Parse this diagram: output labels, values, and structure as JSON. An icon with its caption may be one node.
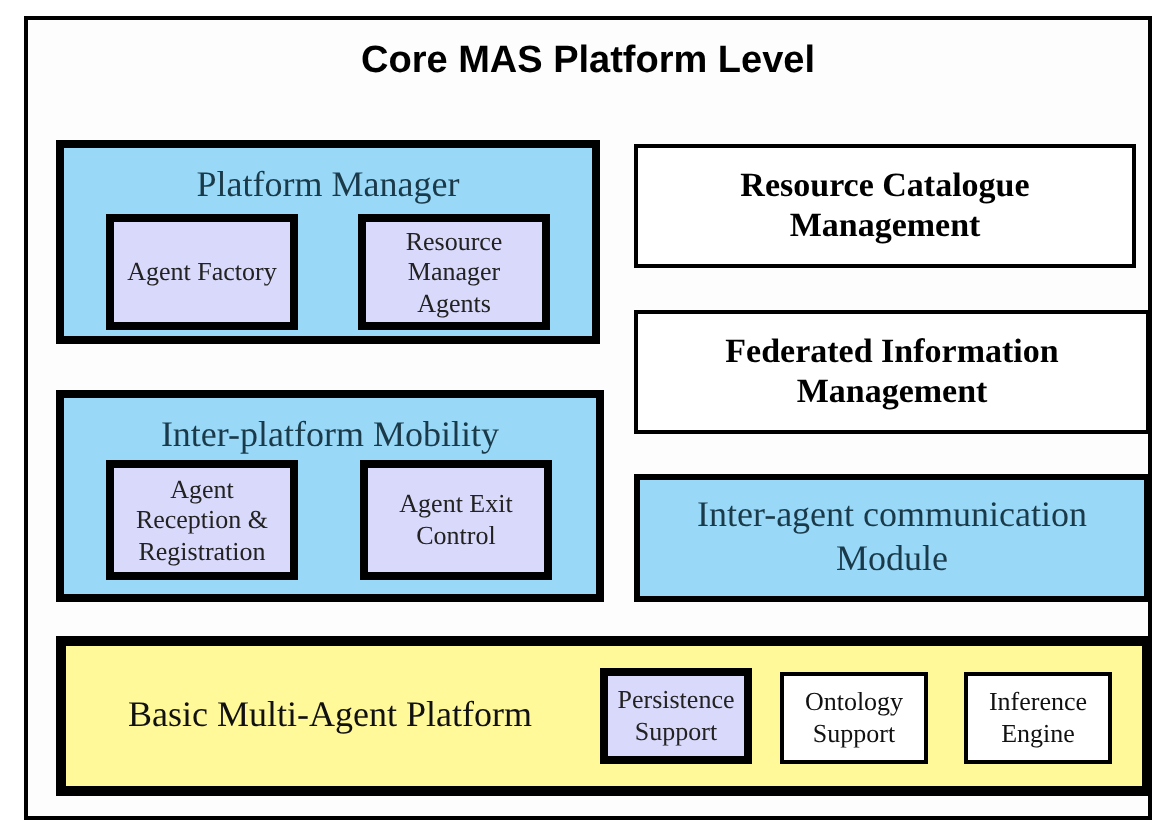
{
  "diagram": {
    "nodes": [
      {
        "text": [
          "Core MAS Platform Level"
        ]
      },
      {
        "text": [
          "Platform Manager"
        ],
        "in": 0
      },
      {
        "text": [
          "Agent Factory"
        ],
        "in": 1
      },
      {
        "text": [
          "Resource Manager Agents"
        ],
        "in": 1
      },
      {
        "text": [
          "Inter-platform Mobility"
        ],
        "in": 0
      },
      {
        "text": [
          "Agent Reception & Registration"
        ],
        "in": 4
      },
      {
        "text": [
          "Agent Exit Control"
        ],
        "in": 4
      },
      {
        "text": [
          "Resource Catalogue Management"
        ],
        "in": 0
      },
      {
        "text": [
          "Federated Information Management"
        ],
        "in": 0
      },
      {
        "text": [
          "Inter-agent communication Module"
        ],
        "in": 0
      },
      {
        "text": [
          "Basic Multi-Agent Platform"
        ],
        "in": 0
      },
      {
        "text": [
          "Persistence Support"
        ],
        "in": 10
      },
      {
        "text": [
          "Ontology Support"
        ],
        "in": 10
      },
      {
        "text": [
          "Inference Engine"
        ],
        "in": 10
      }
    ]
  }
}
